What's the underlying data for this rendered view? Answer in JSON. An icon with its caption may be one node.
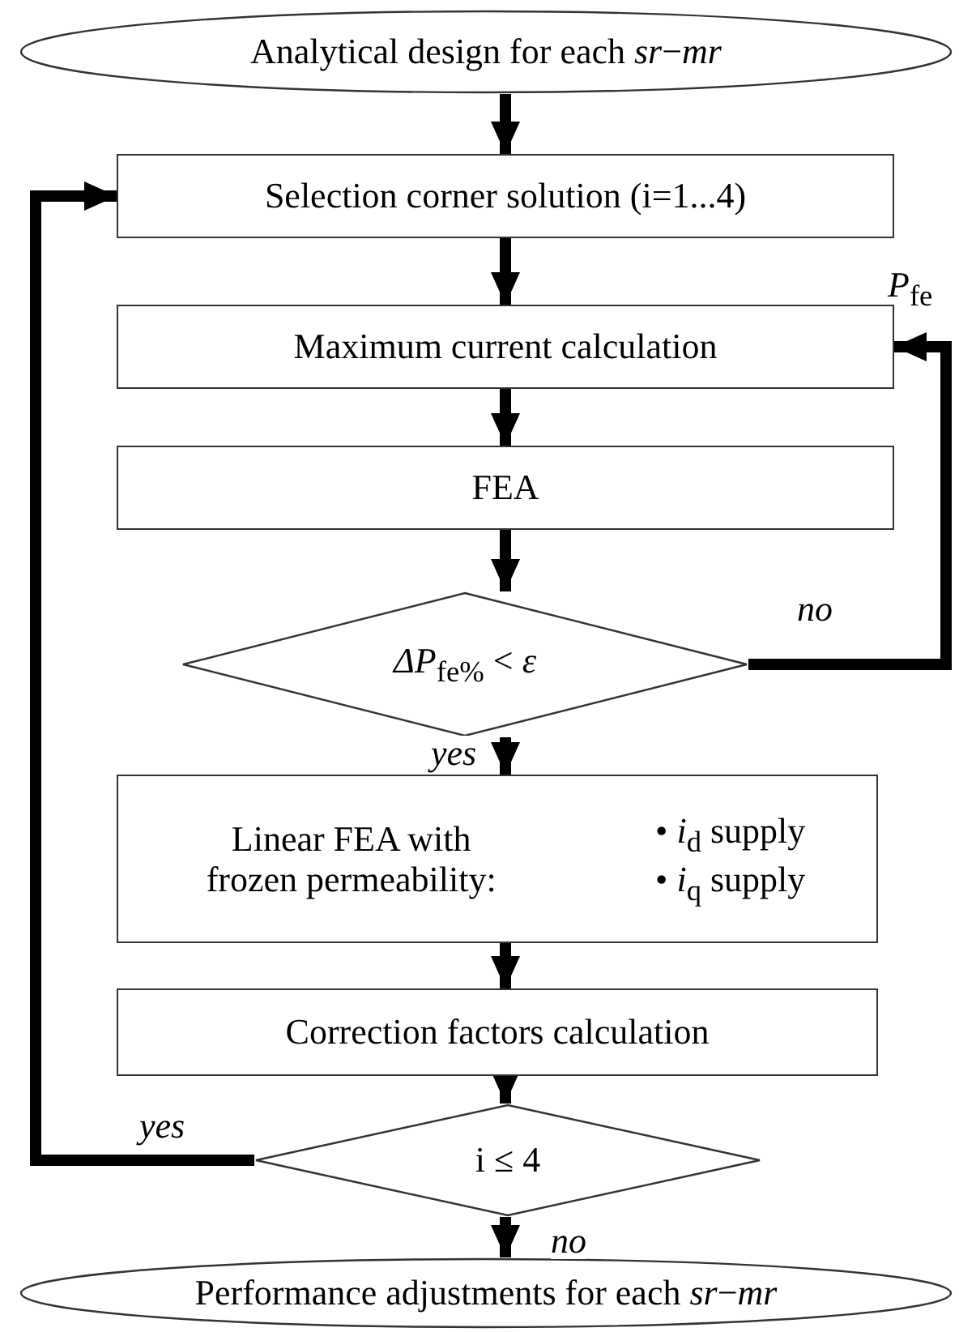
{
  "diagram": {
    "nodes": [
      {
        "text": [
          "Analytical design for each *sr*−*mr*"
        ]
      },
      {
        "text": [
          "Selection corner solution (i=1...4)"
        ]
      },
      {
        "text": [
          "Maximum current calculation"
        ]
      },
      {
        "text": [
          "FEA"
        ]
      },
      {
        "text": [
          "*ΔP*$_{fe%}$ < *ε*"
        ]
      },
      {
        "text": [
          "Linear FEA with frozen permeability:",
          "• *i*$_{d}$ supply",
          "• *i*$_{q}$ supply"
        ]
      },
      {
        "text": [
          "Correction factors calculation"
        ]
      },
      {
        "text": [
          "i ≤ 4"
        ]
      },
      {
        "text": [
          "Performance adjustments for each *sr*−*mr*"
        ]
      }
    ],
    "edges": [
      {
        "from": 0,
        "to": 1,
        "arrow": "to"
      },
      {
        "from": 1,
        "to": 2,
        "arrow": "to"
      },
      {
        "from": 2,
        "to": 3,
        "arrow": "to"
      },
      {
        "from": 3,
        "to": 4,
        "arrow": "to"
      },
      {
        "from": 4,
        "to": 5,
        "arrow": "to",
        "label": "yes"
      },
      {
        "from": 4,
        "to": 2,
        "arrow": "to",
        "label": "no"
      },
      {
        "from": 5,
        "to": 6,
        "arrow": "to"
      },
      {
        "from": 6,
        "to": 7,
        "arrow": "to"
      },
      {
        "from": 7,
        "to": 8,
        "arrow": "to",
        "label": "no"
      },
      {
        "from": 7,
        "to": 1,
        "arrow": "to",
        "label": "yes"
      }
    ],
    "labels": [
      "*P*$_{fe}$"
    ]
  }
}
